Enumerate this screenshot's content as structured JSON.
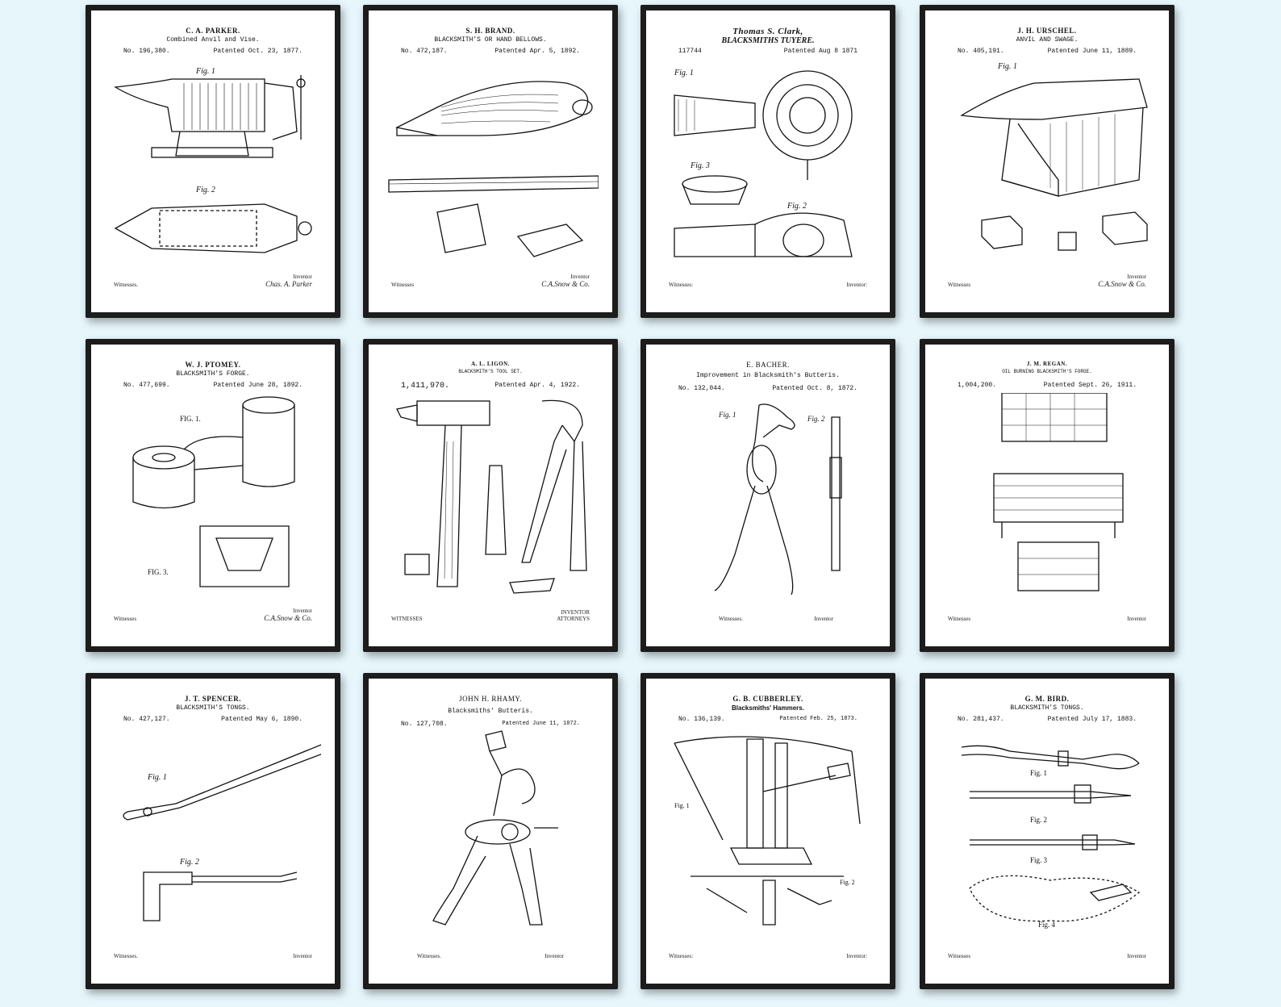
{
  "posters": [
    {
      "inventor": "C. A. PARKER.",
      "title": "Combined Anvil and Vise.",
      "number": "No. 196,380.",
      "date": "Patented Oct. 23, 1877.",
      "witness_label": "Witnesses.",
      "inventor_label": "Inventor",
      "signature": "Chas. A. Parker"
    },
    {
      "inventor": "S. H. BRAND.",
      "title": "BLACKSMITH'S OR HAND BELLOWS.",
      "number": "No. 472,187.",
      "date": "Patented Apr. 5, 1892.",
      "witness_label": "Witnesses",
      "inventor_label": "Inventor",
      "signature": "C.A.Snow & Co."
    },
    {
      "inventor": "Thomas S. Clark,",
      "title": "BLACKSMITHS TUYERE.",
      "number": "117744",
      "date": "Patented Aug 8 1871",
      "witness_label": "Witnesses:",
      "inventor_label": "Inventor:",
      "signature": ""
    },
    {
      "inventor": "J. H. URSCHEL.",
      "title": "ANVIL AND SWAGE.",
      "number": "No. 405,191.",
      "date": "Patented June 11, 1889.",
      "witness_label": "Witnesses",
      "inventor_label": "Inventor",
      "signature": "C.A.Snow & Co."
    },
    {
      "inventor": "W. J. PTOMEY.",
      "title": "BLACKSMITH'S FORGE.",
      "number": "No. 477,699.",
      "date": "Patented June 28, 1892.",
      "witness_label": "Witnesses",
      "inventor_label": "Inventor",
      "signature": "C.A.Snow & Co."
    },
    {
      "inventor": "A. L. LIGON.",
      "title": "BLACKSMITH'S TOOL SET.",
      "number": "1,411,970.",
      "date": "Patented Apr. 4, 1922.",
      "witness_label": "WITNESSES",
      "inventor_label": "INVENTOR",
      "signature": "ATTORNEYS"
    },
    {
      "inventor": "E. BACHER.",
      "title": "Improvement in Blacksmith's Butteris.",
      "number": "No. 132,044.",
      "date": "Patented Oct. 8, 1872.",
      "witness_label": "Witnesses.",
      "inventor_label": "Inventor",
      "signature": ""
    },
    {
      "inventor": "J. M. REGAN.",
      "title": "OIL BURNING BLACKSMITH'S FORGE.",
      "number": "1,004,200.",
      "date": "Patented Sept. 26, 1911.",
      "witness_label": "Witnesses",
      "inventor_label": "Inventor",
      "signature": ""
    },
    {
      "inventor": "J. T. SPENCER.",
      "title": "BLACKSMITH'S TONGS.",
      "number": "No. 427,127.",
      "date": "Patented May 6, 1890.",
      "witness_label": "Witnesses.",
      "inventor_label": "Inventor",
      "signature": ""
    },
    {
      "inventor": "JOHN H. RHAMY.",
      "title": "Blacksmiths' Butteris.",
      "number": "No. 127,708.",
      "date": "Patented June 11, 1872.",
      "witness_label": "Witnesses.",
      "inventor_label": "Inventor",
      "signature": ""
    },
    {
      "inventor": "G. B. CUBBERLEY.",
      "title": "Blacksmiths' Hammers.",
      "number": "No. 136,139.",
      "date": "Patented Feb. 25, 1873.",
      "witness_label": "Witnesses:",
      "inventor_label": "Inventor:",
      "signature": ""
    },
    {
      "inventor": "G. M. BIRD.",
      "title": "BLACKSMITH'S TONGS.",
      "number": "No. 281,437.",
      "date": "Patented July 17, 1883.",
      "witness_label": "Witnesses",
      "inventor_label": "Inventor",
      "signature": ""
    }
  ],
  "figure_labels": {
    "fig1": "Fig. 1",
    "fig2": "Fig. 2",
    "fig3": "Fig. 3",
    "fig4": "Fig. 4",
    "FIG1": "FIG. 1.",
    "FIG3": "FIG. 3."
  },
  "colors": {
    "background": "#e6f6fb",
    "frame": "#1c1c1c",
    "paper": "#ffffff",
    "ink": "#111111"
  }
}
